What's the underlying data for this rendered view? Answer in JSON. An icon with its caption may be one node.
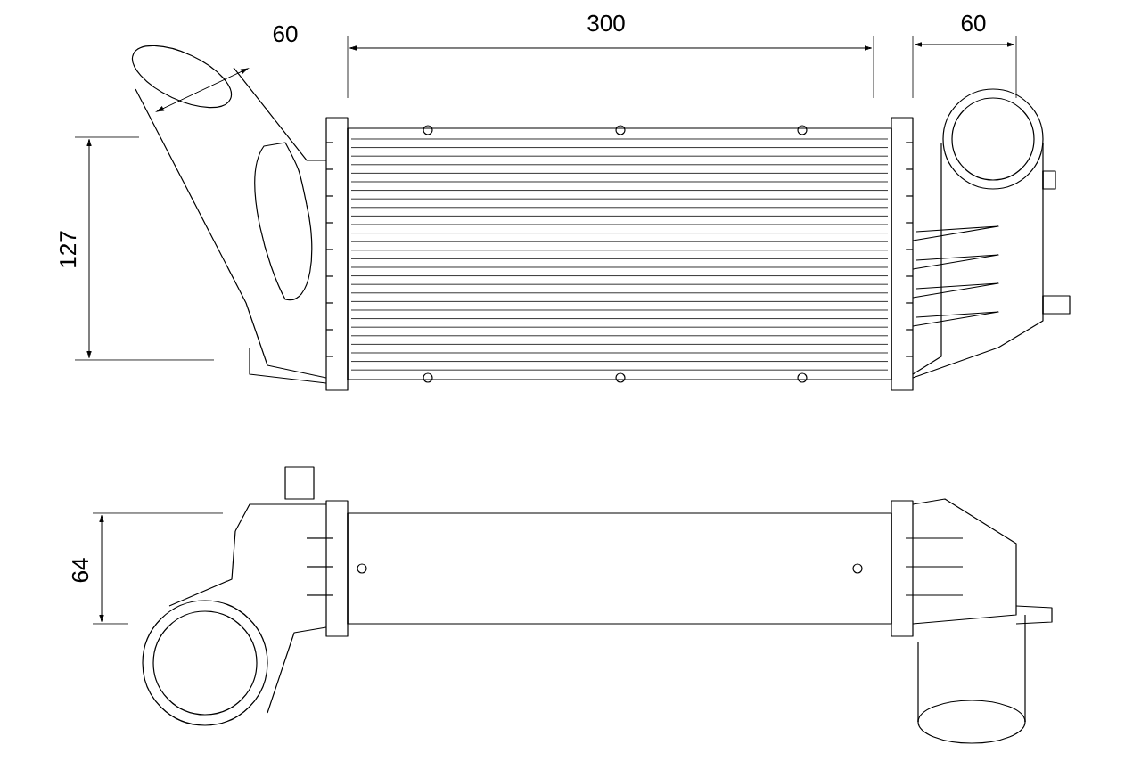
{
  "diagram": {
    "labels": [
      "60",
      "300",
      "60",
      "127",
      "64"
    ]
  }
}
